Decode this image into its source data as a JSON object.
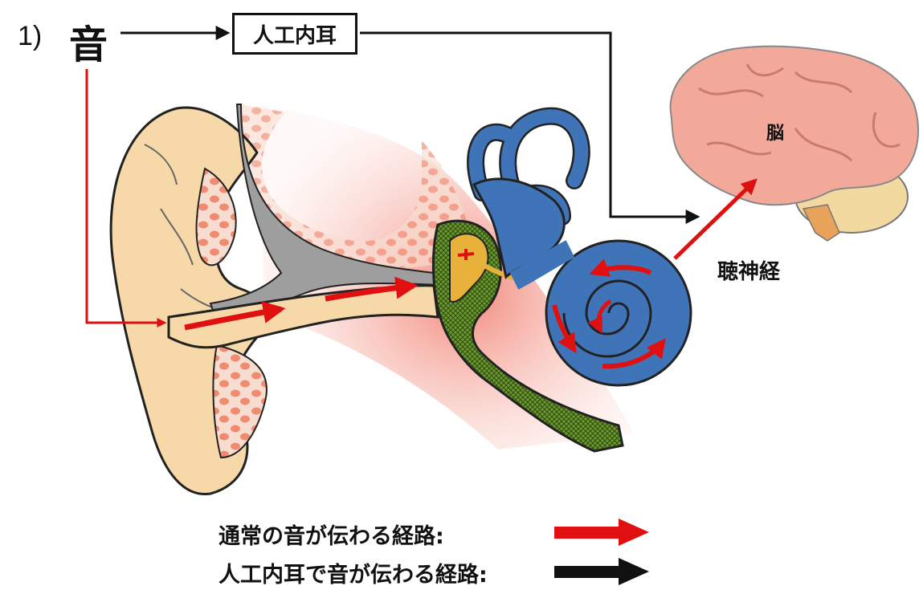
{
  "panel_number": "1)",
  "sound": "音",
  "cochlear_implant": "人工内耳",
  "brain": "脳",
  "auditory_nerve": "聴神経",
  "legend": {
    "normal_path": "通常の音が伝わる経路:",
    "ci_path": "人工内耳で音が伝わる経路:"
  },
  "colors": {
    "normal_arrow": "#e01010",
    "ci_arrow": "#111111",
    "inner_ear": "#3f74b8",
    "middle_ear": "#6d9a2e",
    "ossicles": "#e8b23a",
    "auricle": "#f7d8a8",
    "brain": "#f2a99a"
  }
}
